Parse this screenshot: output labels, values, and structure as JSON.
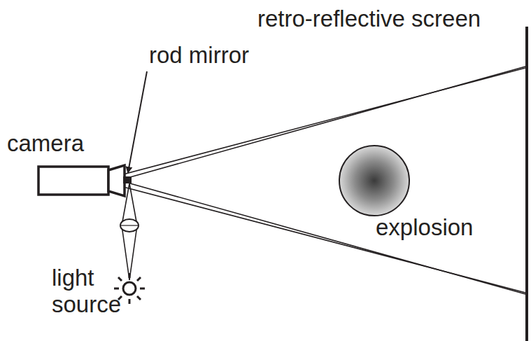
{
  "diagram": {
    "labels": [
      "retro-reflective screen",
      "rod mirror",
      "camera",
      "light source",
      "explosion"
    ]
  }
}
